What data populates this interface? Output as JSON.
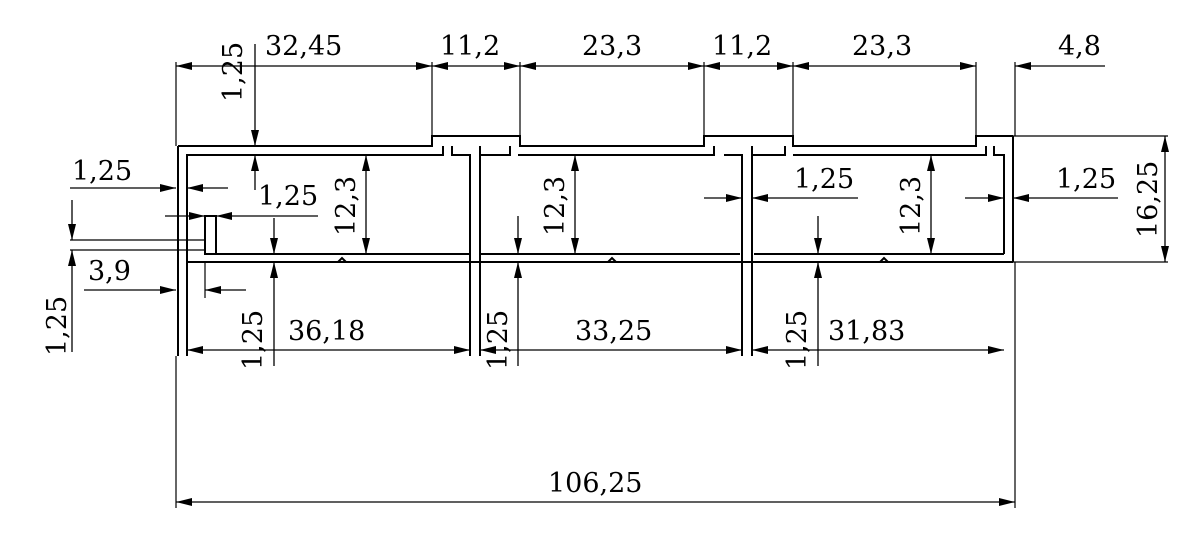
{
  "drawing": {
    "dimensions": {
      "top_width_1": "32,45",
      "top_gap_1": "11,2",
      "top_width_2": "23,3",
      "top_gap_2": "11,2",
      "top_width_3": "23,3",
      "top_edge_right": "4,8",
      "top_lip_left": "1,25",
      "wall_left": "1,25",
      "wall_inner": "1,25",
      "wall_middle": "1,25",
      "wall_right": "1,25",
      "height_total": "16,25",
      "height_1": "12,3",
      "height_2": "12,3",
      "height_3": "12,3",
      "floor_1": "1,25",
      "floor_2": "1,25",
      "floor_3": "1,25",
      "tongue_width": "3,9",
      "tongue_thickness": "1,25",
      "bay_1": "36,18",
      "bay_2": "33,25",
      "bay_3": "31,83",
      "total_width": "106,25"
    }
  }
}
